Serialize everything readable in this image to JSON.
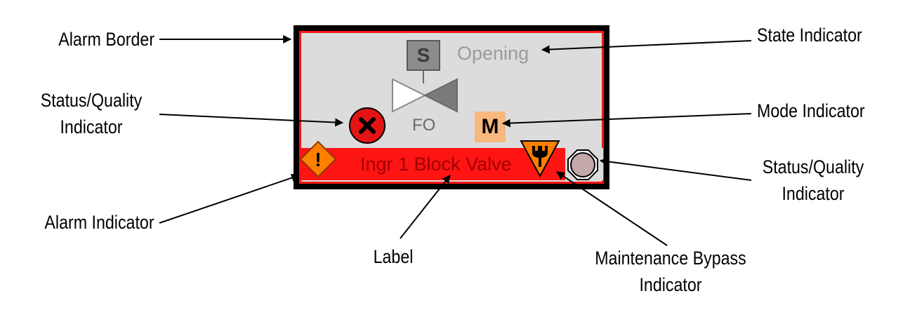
{
  "faceplate": {
    "state_text": "Opening",
    "solenoid_letter": "S",
    "fail_position": "FO",
    "mode_letter": "M",
    "label": "Ingr 1 Block Valve",
    "alarm_symbol": "!",
    "border_color": "#ff1414"
  },
  "callouts": {
    "alarm_border": "Alarm Border",
    "state_indicator": "State Indicator",
    "status_quality_left_line1": "Status/Quality",
    "status_quality_left_line2": "Indicator",
    "mode_indicator": "Mode Indicator",
    "status_quality_right_line1": "Status/Quality",
    "status_quality_right_line2": "Indicator",
    "alarm_indicator": "Alarm Indicator",
    "label": "Label",
    "maintenance_bypass_line1": "Maintenance Bypass",
    "maintenance_bypass_line2": "Indicator"
  },
  "icons": {
    "status_left": "x-circle-icon",
    "status_right": "gray-circle-icon",
    "alarm": "exclamation-diamond-icon",
    "bypass": "wrench-triangle-icon",
    "valve": "valve-icon",
    "solenoid": "solenoid-icon"
  }
}
